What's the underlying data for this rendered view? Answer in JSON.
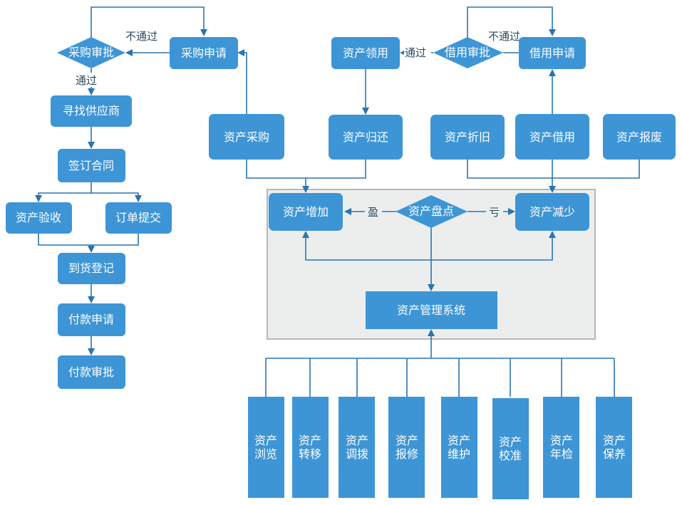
{
  "nodes": {
    "caigou_shenpi": "采购审批",
    "caigou_shenqing": "采购申请",
    "xunzhao_gongyingshang": "寻找供应商",
    "qianding_hetong": "签订合同",
    "zichan_yanshou": "资产验收",
    "dingdan_tijiao": "订单提交",
    "daohuo_dengji": "到货登记",
    "fukuan_shenqing": "付款申请",
    "fukuan_shenpi": "付款审批",
    "zichan_caigou": "资产采购",
    "zichan_lingyong": "资产领用",
    "zichan_guihuan": "资产归还",
    "jieyong_shenpi": "借用审批",
    "jieyong_shenqing": "借用申请",
    "zichan_zhejiu": "资产折旧",
    "zichan_jieyong": "资产借用",
    "zichan_baofei": "资产报废",
    "zichan_zengjia": "资产增加",
    "zichan_pandian": "资产盘点",
    "zichan_jianshao": "资产减少",
    "guanli_xitong": "资产管理系统",
    "modules": [
      [
        "资产",
        "浏览"
      ],
      [
        "资产",
        "转移"
      ],
      [
        "资产",
        "调拨"
      ],
      [
        "资产",
        "报修"
      ],
      [
        "资产",
        "维护"
      ],
      [
        "资产",
        "校准"
      ],
      [
        "资产",
        "年检"
      ],
      [
        "资产",
        "保养"
      ]
    ]
  },
  "edge_labels": {
    "not_passed_purchase": "不通过",
    "passed_purchase": "通过",
    "passed_borrow": "通过",
    "not_passed_borrow": "不通过",
    "surplus": "盈",
    "deficit": "亏"
  },
  "colors": {
    "node_fill": "#3d95d6",
    "edge": "#2a74b0",
    "panel_fill": "#eceeee",
    "panel_border": "#b4b8b8"
  }
}
